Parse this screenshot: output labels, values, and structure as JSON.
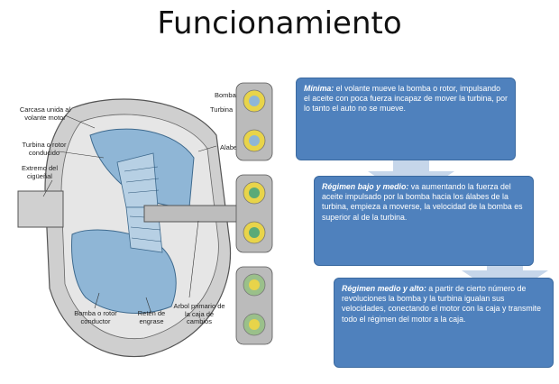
{
  "slide": {
    "title": "Funcionamiento"
  },
  "diagram": {
    "labels": {
      "carcasa": "Carcasa unida al volante motor",
      "turbina_rotor": "Turbina o rotor conducido",
      "extremo": "Extremo del cigüeñal",
      "bomba_rotor": "Bomba o rotor conductor",
      "reten": "Retén de engrase",
      "arbol": "Arbol primario de la caja de cambios",
      "alabe": "Alabe",
      "bomba": "Bomba",
      "turbina": "Turbina"
    },
    "colors": {
      "fluid_blue": "#8fb6d6",
      "metal": "#c8c8c8",
      "yellow": "#e8d44a",
      "green": "#5aaa78"
    }
  },
  "steps": [
    {
      "heading": "Mínima:",
      "text": " el volante mueve la bomba o rotor, impulsando el aceite con poca fuerza incapaz de mover la turbina, por lo tanto el auto no se mueve."
    },
    {
      "heading": "Régimen bajo y medio:",
      "text": " va aumentando la fuerza del aceite impulsado por la bomba hacia los álabes de la turbina, empieza a moverse, la velocidad de la bomba es superior al de la turbina."
    },
    {
      "heading": "Régimen medio y alto:",
      "text": " a partir de cierto número de revoluciones la bomba y la turbina igualan sus velocidades, conectando el motor con la caja y transmite todo el régimen del motor a la caja."
    }
  ],
  "theme": {
    "box_color": "#4f81bd",
    "arrow_color": "#c6d6ea"
  }
}
